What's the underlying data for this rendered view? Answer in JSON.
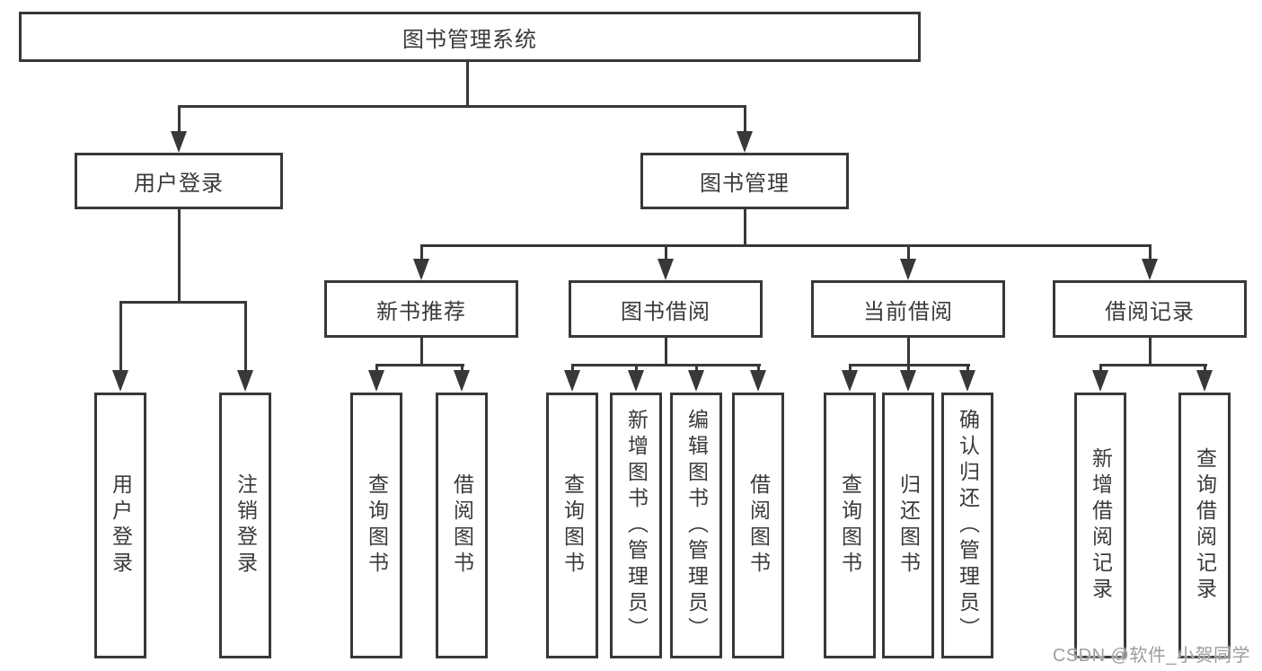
{
  "tree": {
    "root": {
      "label": "图书管理系统"
    },
    "children": [
      {
        "label": "用户登录",
        "children": [
          {
            "label": "用户登录"
          },
          {
            "label": "注销登录"
          }
        ]
      },
      {
        "label": "图书管理",
        "children": [
          {
            "label": "新书推荐",
            "children": [
              {
                "label": "查询图书"
              },
              {
                "label": "借阅图书"
              }
            ]
          },
          {
            "label": "图书借阅",
            "children": [
              {
                "label": "查询图书"
              },
              {
                "label": "新增图书（管理员）"
              },
              {
                "label": "编辑图书（管理员）"
              },
              {
                "label": "借阅图书"
              }
            ]
          },
          {
            "label": "当前借阅",
            "children": [
              {
                "label": "查询图书"
              },
              {
                "label": "归还图书"
              },
              {
                "label": "确认归还（管理员）"
              }
            ]
          },
          {
            "label": "借阅记录",
            "children": [
              {
                "label": "新增借阅记录"
              },
              {
                "label": "查询借阅记录"
              }
            ]
          }
        ]
      }
    ]
  },
  "watermark": {
    "text": "CSDN @软件_小贺同学"
  },
  "colors": {
    "background": "#ffffff",
    "box_fill": "#ffffff",
    "box_border": "#383838",
    "line": "#383838",
    "text": "#3a3a3a",
    "watermark_text": "#9e9e9e"
  }
}
